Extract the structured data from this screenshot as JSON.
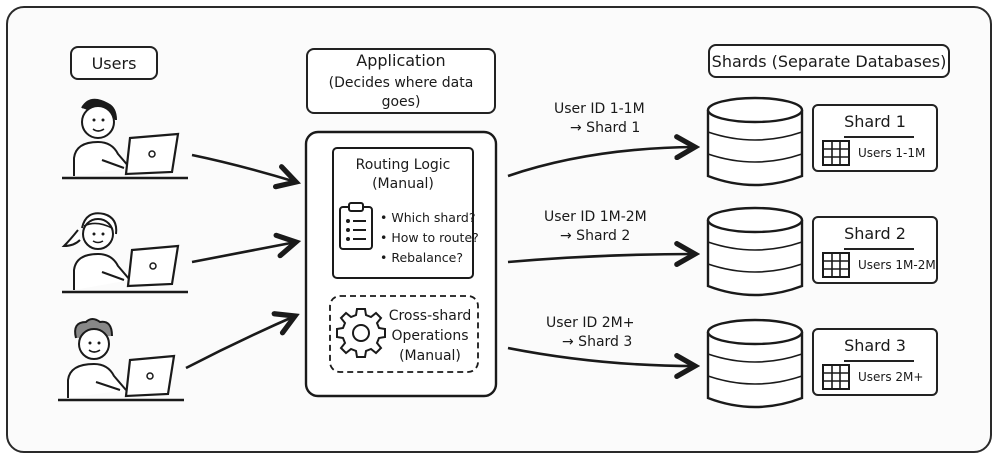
{
  "users": {
    "title": "Users"
  },
  "application": {
    "title": "Application",
    "subtitle": "(Decides where data goes)"
  },
  "routing": {
    "title": "Routing Logic",
    "subtitle": "(Manual)",
    "items": [
      "• Which shard?",
      "• How to route?",
      "• Rebalance?"
    ]
  },
  "cross_shard": {
    "line1": "Cross-shard",
    "line2": "Operations",
    "line3": "(Manual)"
  },
  "shards_header": {
    "title": "Shards (Separate Databases)"
  },
  "routes": [
    {
      "line1": "User ID 1-1M",
      "line2": "→ Shard 1"
    },
    {
      "line1": "User ID 1M-2M",
      "line2": "→ Shard 2"
    },
    {
      "line1": "User ID 2M+",
      "line2": "→ Shard 3"
    }
  ],
  "shards": [
    {
      "name": "Shard 1",
      "range": "Users 1-1M"
    },
    {
      "name": "Shard 2",
      "range": "Users 1M-2M"
    },
    {
      "name": "Shard 3",
      "range": "Users 2M+"
    }
  ],
  "icons": [
    "person-laptop-icon",
    "clipboard-checklist-icon",
    "gear-icon",
    "database-icon",
    "table-icon"
  ]
}
